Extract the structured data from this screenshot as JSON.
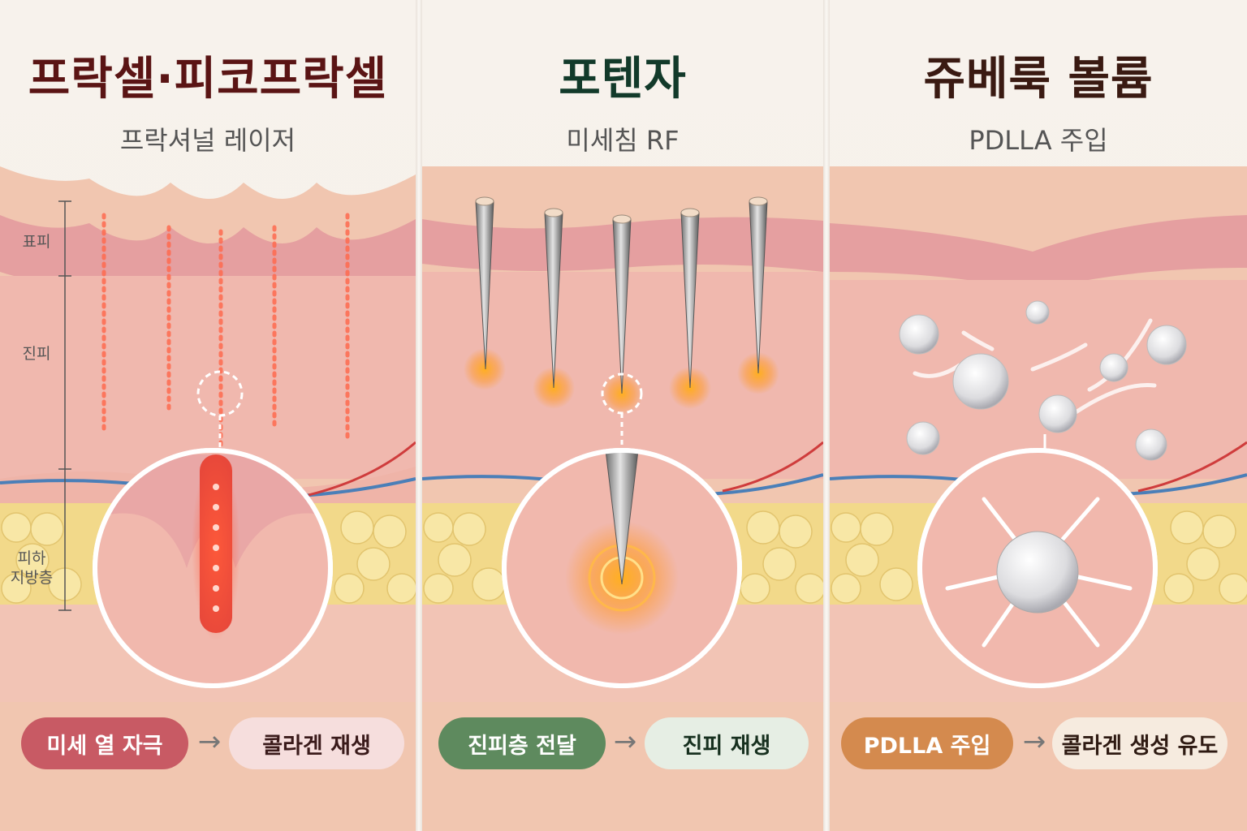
{
  "panels": [
    {
      "title": "프락셀·피코프락셀",
      "subtitle": "프락셔널 레이저",
      "title_color": "#5a1414",
      "step1": "미세 열 자극",
      "step2": "콜라겐 재생",
      "step1_color": "#c85a64",
      "step2_color": "#f6dedd"
    },
    {
      "title": "포텐자",
      "subtitle": "미세침 RF",
      "title_color": "#123a2a",
      "step1": "진피층 전달",
      "step2": "진피 재생",
      "step1_color": "#5e8a5e",
      "step2_color": "#e6eee4"
    },
    {
      "title": "쥬베룩 볼륨",
      "subtitle": "PDLLA 주입",
      "title_color": "#3a1a12",
      "step1": "PDLLA 주입",
      "step2": "콜라겐 생성 유도",
      "step1_color": "#d48a4e",
      "step2_color": "#f6ebdf"
    }
  ],
  "layers": {
    "epidermis": "표피",
    "dermis": "진피",
    "subcutaneous_line1": "피하",
    "subcutaneous_line2": "지방층"
  },
  "arrow_glyph": "→"
}
